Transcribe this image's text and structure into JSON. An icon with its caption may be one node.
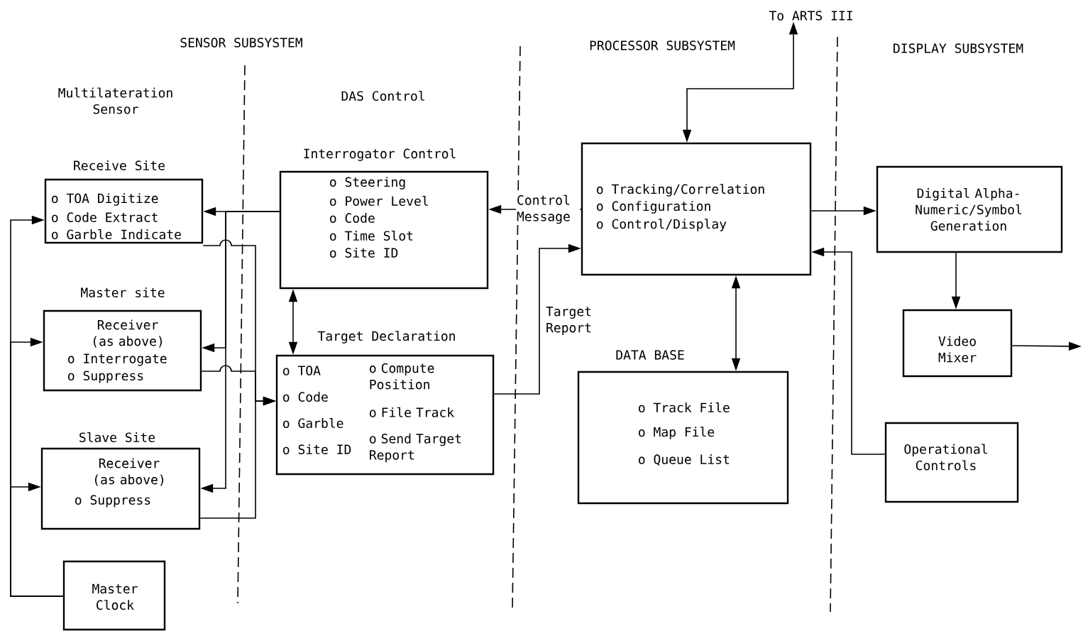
{
  "diagram": {
    "nodes": [
      {
        "text": [
          "Receive Site",
          "o TOA Digitize",
          "o Code Extract",
          "o Garble Indicate"
        ]
      },
      {
        "text": [
          "Master site",
          "Receiver (as above)",
          "o Interrogate",
          "o Suppress"
        ]
      },
      {
        "text": [
          "Slave Site",
          "Receiver (as above)",
          "o Suppress"
        ]
      },
      {
        "text": [
          "Master Clock"
        ]
      },
      {
        "text": [
          "Interrogator Control",
          "o Steering",
          "o Power Level",
          "o Code",
          "o Time Slot",
          "o Site ID"
        ]
      },
      {
        "text": [
          "Target Declaration",
          "o TOA",
          "o Code",
          "o Garble",
          "o Site ID",
          "o Compute Position",
          "o File Track",
          "o Send Target Report"
        ]
      },
      {
        "text": [
          "o Tracking/Correlation",
          "o Configuration",
          "o Control/Display"
        ]
      },
      {
        "text": [
          "DATA BASE",
          "o Track File",
          "o Map File",
          "o Queue List"
        ]
      },
      {
        "text": [
          "Digital Alpha-Numeric/Symbol Generation"
        ]
      },
      {
        "text": [
          "Video Mixer"
        ]
      },
      {
        "text": [
          "Operational Controls"
        ]
      },
      {
        "text": [
          "To ARTS III"
        ]
      }
    ],
    "edges": [
      {
        "from": 3,
        "to": 0,
        "arrow": "to"
      },
      {
        "from": 3,
        "to": 1,
        "arrow": "to"
      },
      {
        "from": 3,
        "to": 2,
        "arrow": "to"
      },
      {
        "from": 4,
        "to": 0,
        "arrow": "to"
      },
      {
        "from": 4,
        "to": 1,
        "arrow": "to"
      },
      {
        "from": 4,
        "to": 2,
        "arrow": "to"
      },
      {
        "from": 0,
        "to": 5,
        "arrow": "to"
      },
      {
        "from": 1,
        "to": 5,
        "arrow": "to"
      },
      {
        "from": 2,
        "to": 5,
        "arrow": "to"
      },
      {
        "from": 4,
        "to": 5,
        "arrow": "both"
      },
      {
        "from": 6,
        "to": 4,
        "arrow": "to",
        "label": "Control Message"
      },
      {
        "from": 5,
        "to": 6,
        "arrow": "to",
        "label": "Target Report"
      },
      {
        "from": 6,
        "to": 11,
        "arrow": "both"
      },
      {
        "from": 6,
        "to": 7,
        "arrow": "both"
      },
      {
        "from": 6,
        "to": 8,
        "arrow": "to"
      },
      {
        "from": 8,
        "to": 9,
        "arrow": "to"
      },
      {
        "from": 9,
        "to": null,
        "arrow": "to"
      },
      {
        "from": 10,
        "to": 6,
        "arrow": "to"
      }
    ],
    "labels": [
      "SENSOR SUBSYSTEM",
      "PROCESSOR SUBSYSTEM",
      "DISPLAY SUBSYSTEM",
      "Multilateration Sensor",
      "DAS Control"
    ]
  }
}
